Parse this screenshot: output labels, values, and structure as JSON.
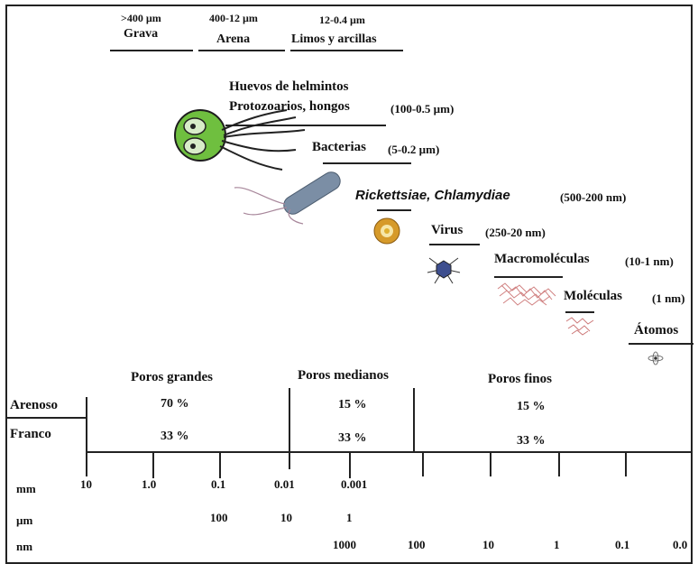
{
  "soil_fractions": [
    {
      "range": ">400 µm",
      "name": "Grava"
    },
    {
      "range": "400-12 µm",
      "name": "Arena"
    },
    {
      "range": "12-0.4 µm",
      "name": "Limos y arcillas"
    }
  ],
  "organisms": [
    {
      "name": "Huevos de helmintos",
      "size": ""
    },
    {
      "name": "Protozoarios, hongos",
      "size": "(100-0.5 µm)"
    },
    {
      "name": "Bacterias",
      "size": "(5-0.2 µm)"
    },
    {
      "name": "Rickettsiae, Chlamydiae",
      "size": "(500-200 nm)"
    },
    {
      "name": "Virus",
      "size": "(250-20 nm)"
    },
    {
      "name": "Macromoléculas",
      "size": "(10-1 nm)"
    },
    {
      "name": "Moléculas",
      "size": "(1 nm)"
    },
    {
      "name": "Átomos",
      "size": ""
    }
  ],
  "pores": {
    "headers": [
      "Poros grandes",
      "Poros medianos",
      "Poros finos"
    ],
    "rows": [
      {
        "label": "Arenoso",
        "values": [
          "70 %",
          "15 %",
          "15 %"
        ]
      },
      {
        "label": "Franco",
        "values": [
          "33 %",
          "33 %",
          "33 %"
        ]
      }
    ]
  },
  "scale": {
    "mm": {
      "unit": "mm",
      "ticks": [
        "10",
        "1.0",
        "0.1",
        "0.01",
        "0.001"
      ]
    },
    "um": {
      "unit": "µm",
      "ticks": [
        "100",
        "10",
        "1"
      ]
    },
    "nm": {
      "unit": "nm",
      "ticks": [
        "1000",
        "100",
        "10",
        "1",
        "0.1",
        "0.0"
      ]
    }
  }
}
